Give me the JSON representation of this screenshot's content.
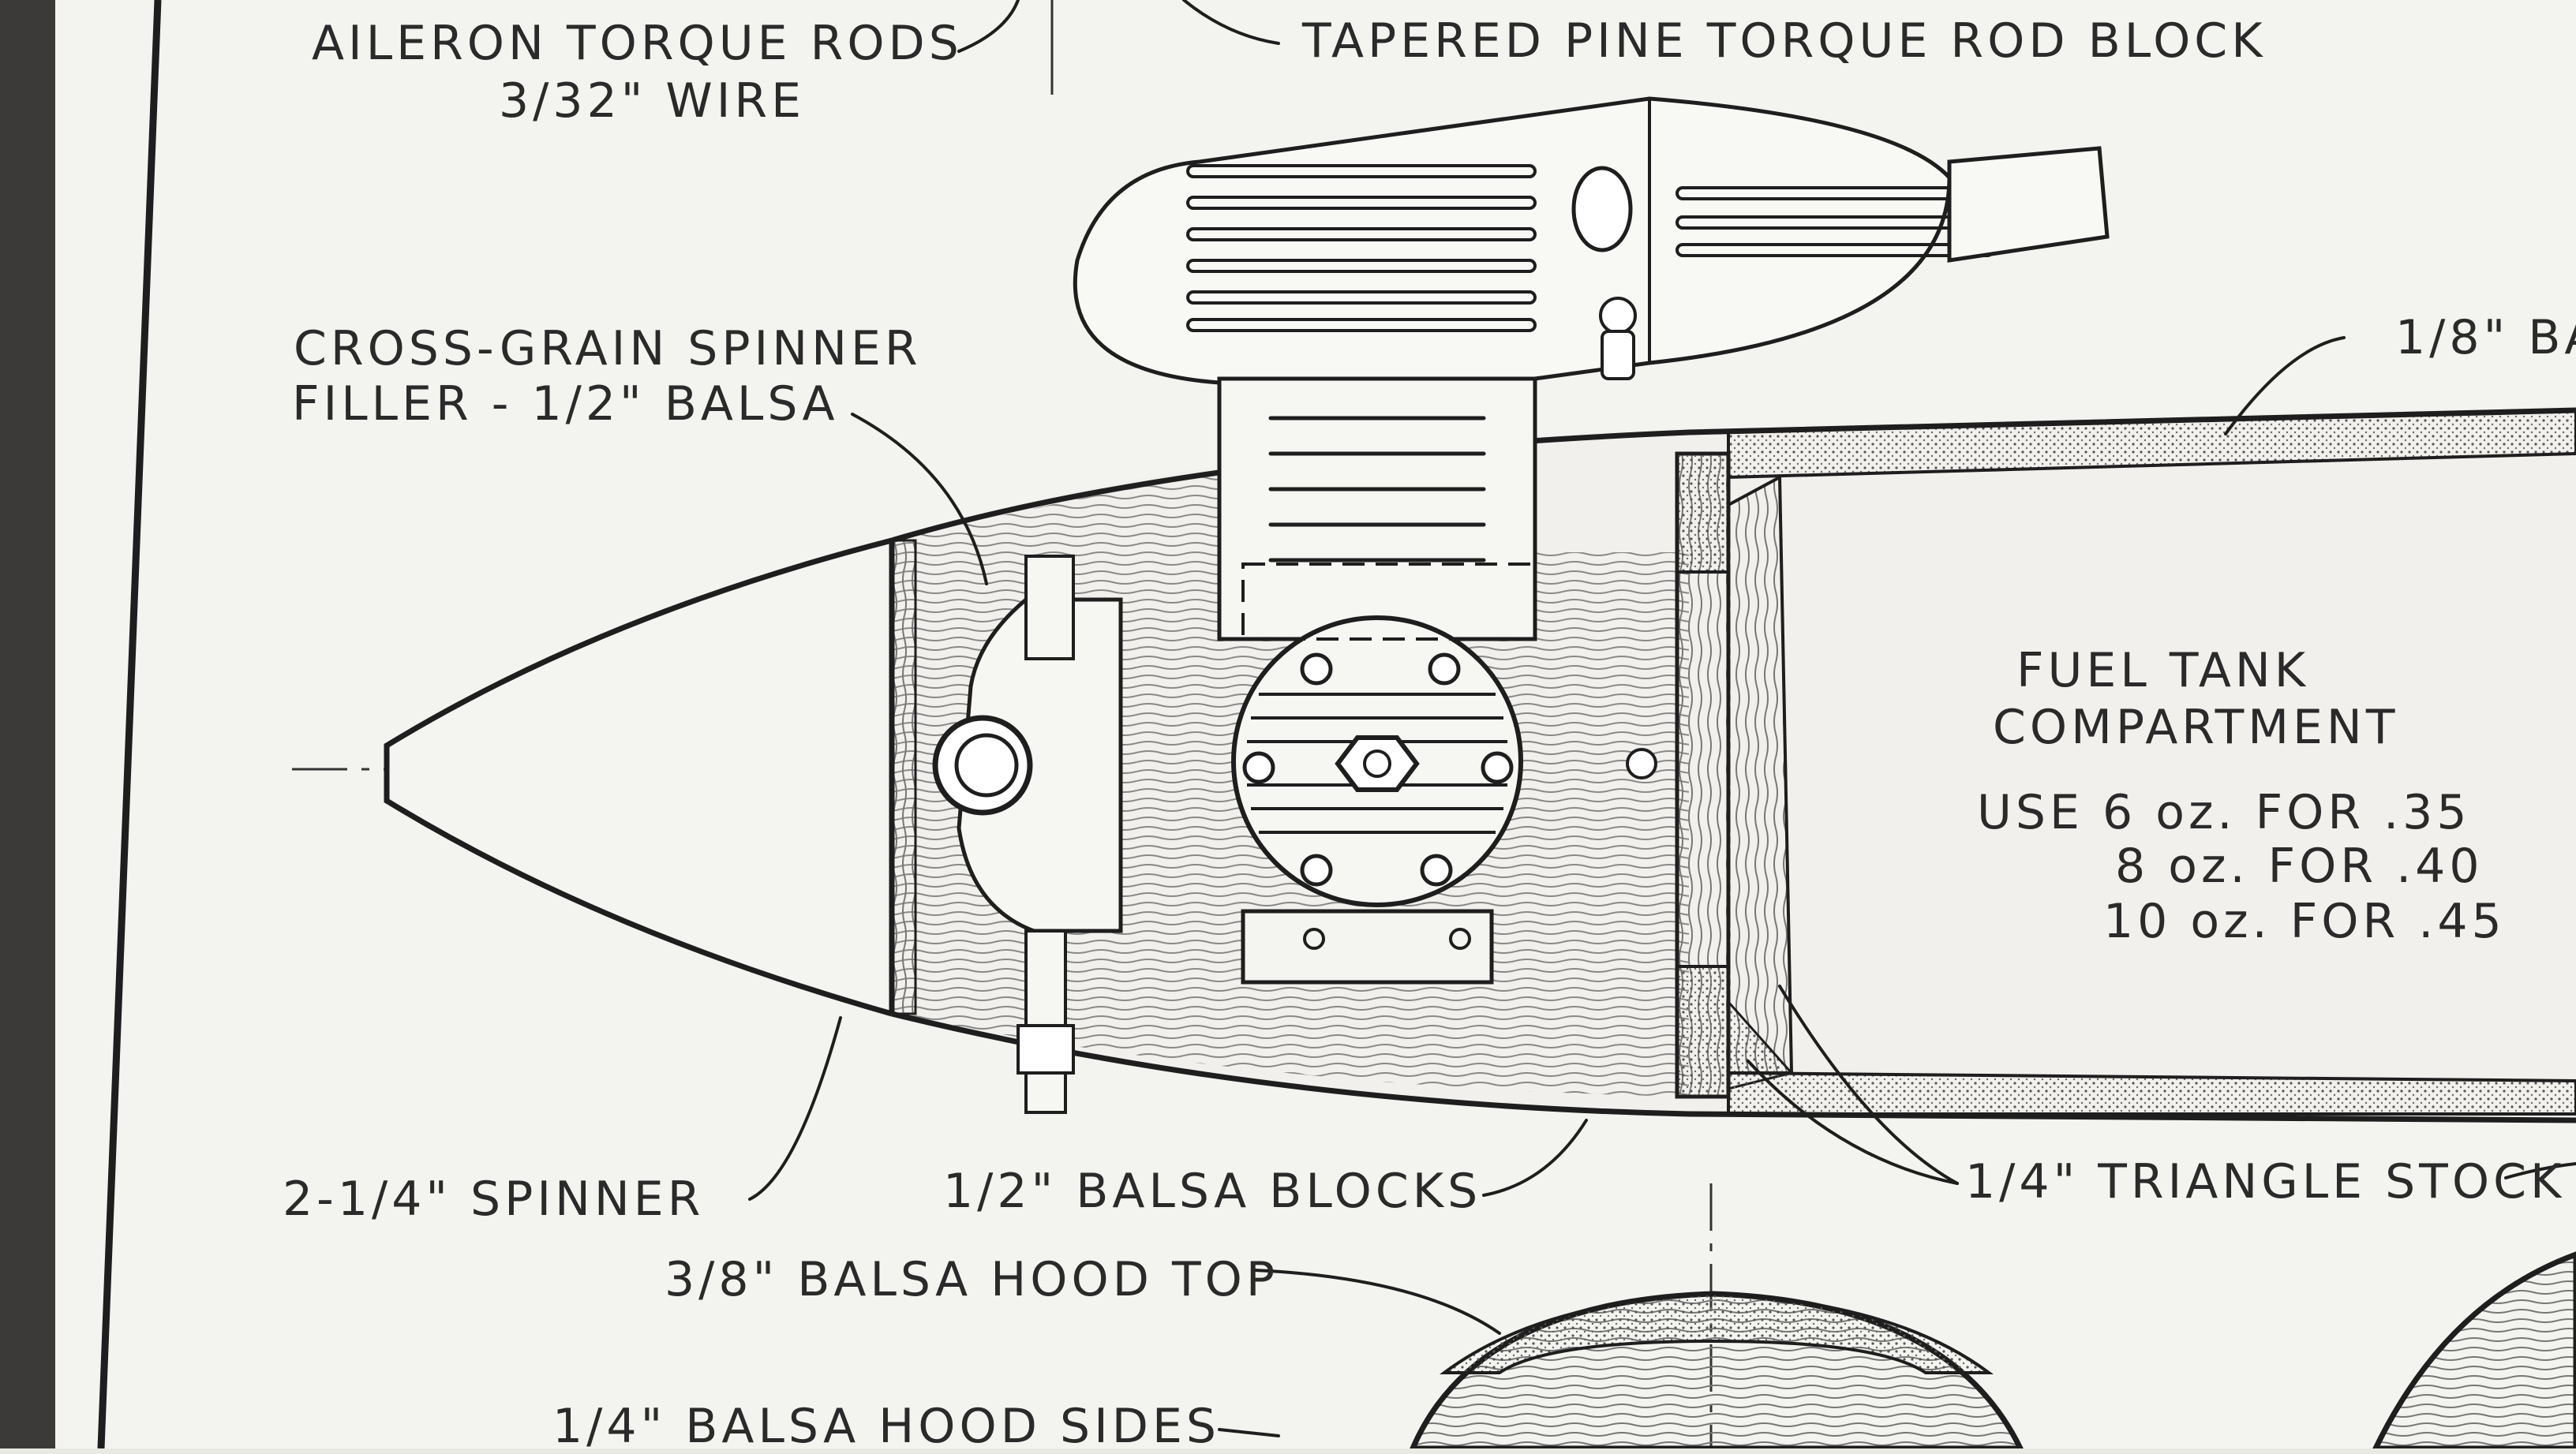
{
  "labels": {
    "aileron_torque_rods": "AILERON TORQUE RODS",
    "aileron_wire": "3/32\" WIRE",
    "tapered_pine_block": "TAPERED PINE TORQUE ROD BLOCK",
    "spinner_filler_line1": "CROSS-GRAIN SPINNER",
    "spinner_filler_line2": "FILLER - 1/2\" BALSA",
    "top_right_partial": "1/8\" BA",
    "fuel_tank_line1": "FUEL TANK",
    "fuel_tank_line2": "COMPARTMENT",
    "use_line1": "USE 6 oz. FOR .35",
    "use_line2": "8 oz. FOR .40",
    "use_line3": "10 oz. FOR .45",
    "spinner": "2-1/4\" SPINNER",
    "balsa_blocks": "1/2\" BALSA BLOCKS",
    "triangle_stock": "1/4\" TRIANGLE STOCK",
    "hood_top": "3/8\" BALSA HOOD TOP",
    "hood_sides": "1/4\" BALSA HOOD SIDES"
  },
  "colors": {
    "paper": "#f3f3ef",
    "ink": "#1e1e1e",
    "wood_fill": "#e2dfd6",
    "desk_background": "#3b3a38"
  }
}
